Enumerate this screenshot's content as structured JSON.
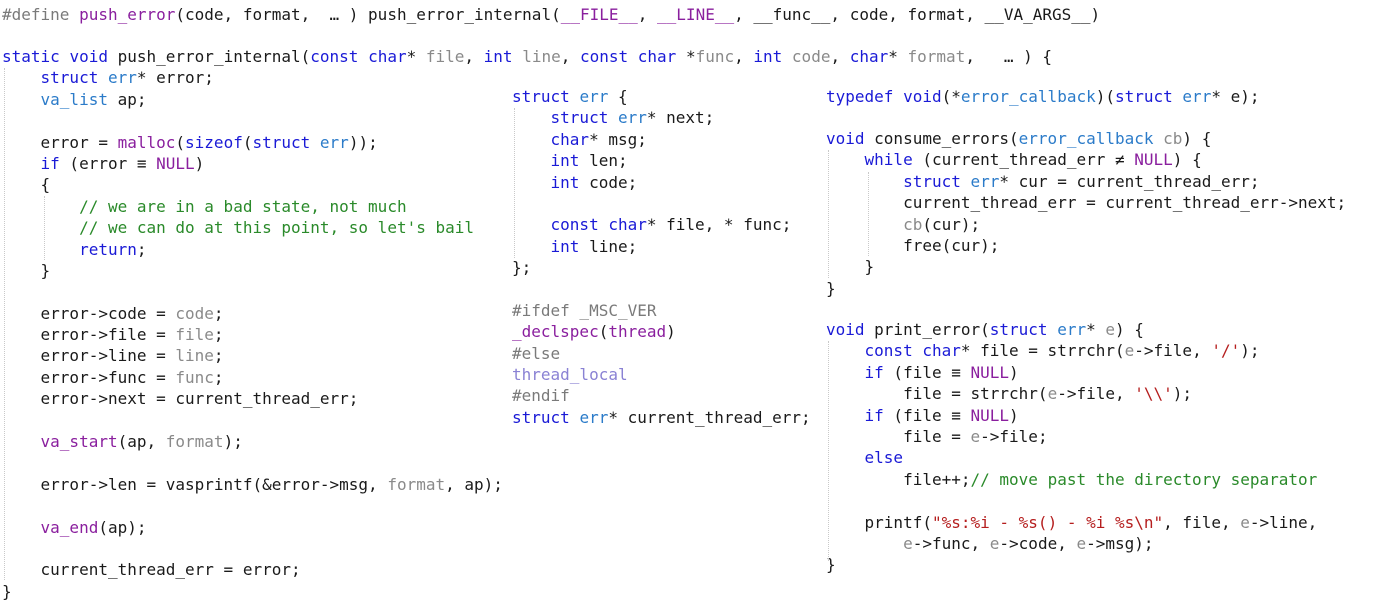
{
  "editor": {
    "colors": {
      "keyword": "#1a1ad6",
      "type": "#2b7bc9",
      "function": "#8a1f9e",
      "string": "#b51e1e",
      "comment": "#2a8a2a",
      "param": "#8a8a8a",
      "preprocessor": "#7a7a7a",
      "thread_local": "#8a82d4",
      "text": "#1a1a1a"
    },
    "blocks": [
      {
        "id": "define-block",
        "lines": [
          [
            [
              "pp",
              "#define "
            ],
            [
              "fn",
              "push_error"
            ],
            [
              "txt",
              "(code, format,  … ) push_error_internal("
            ],
            [
              "mac",
              "__FILE__"
            ],
            [
              "txt",
              ", "
            ],
            [
              "mac",
              "__LINE__"
            ],
            [
              "txt",
              ", __func__, code, format, __VA_ARGS__)"
            ]
          ]
        ]
      },
      {
        "id": "push-error-internal-block",
        "lines": [
          [
            [
              "kw",
              "static "
            ],
            [
              "kw",
              "void "
            ],
            [
              "txt",
              "push_error_internal("
            ],
            [
              "kw",
              "const "
            ],
            [
              "kw",
              "char"
            ],
            [
              "txt",
              "* "
            ],
            [
              "par",
              "file"
            ],
            [
              "txt",
              ", "
            ],
            [
              "kw",
              "int "
            ],
            [
              "par",
              "line"
            ],
            [
              "txt",
              ", "
            ],
            [
              "kw",
              "const "
            ],
            [
              "kw",
              "char "
            ],
            [
              "txt",
              "*"
            ],
            [
              "par",
              "func"
            ],
            [
              "txt",
              ", "
            ],
            [
              "kw",
              "int "
            ],
            [
              "par",
              "code"
            ],
            [
              "txt",
              ", "
            ],
            [
              "kw",
              "char"
            ],
            [
              "txt",
              "* "
            ],
            [
              "par",
              "format"
            ],
            [
              "txt",
              ",   … ) {"
            ]
          ],
          [
            [
              "txt",
              "    "
            ],
            [
              "kw",
              "struct "
            ],
            [
              "type",
              "err"
            ],
            [
              "txt",
              "* error;"
            ]
          ],
          [
            [
              "txt",
              "    "
            ],
            [
              "type",
              "va_list"
            ],
            [
              "txt",
              " ap;"
            ]
          ],
          [
            [
              "txt",
              ""
            ]
          ],
          [
            [
              "txt",
              "    error = "
            ],
            [
              "fn",
              "malloc"
            ],
            [
              "txt",
              "("
            ],
            [
              "kw",
              "sizeof"
            ],
            [
              "txt",
              "("
            ],
            [
              "kw",
              "struct "
            ],
            [
              "type",
              "err"
            ],
            [
              "txt",
              "));"
            ]
          ],
          [
            [
              "txt",
              "    "
            ],
            [
              "kw",
              "if"
            ],
            [
              "txt",
              " (error ≡ "
            ],
            [
              "mac",
              "NULL"
            ],
            [
              "txt",
              ")"
            ]
          ],
          [
            [
              "txt",
              "    {"
            ]
          ],
          [
            [
              "txt",
              "        "
            ],
            [
              "com",
              "// we are in a bad state, not much"
            ]
          ],
          [
            [
              "txt",
              "        "
            ],
            [
              "com",
              "// we can do at this point, so let's bail"
            ]
          ],
          [
            [
              "txt",
              "        "
            ],
            [
              "kw",
              "return"
            ],
            [
              "txt",
              ";"
            ]
          ],
          [
            [
              "txt",
              "    }"
            ]
          ],
          [
            [
              "txt",
              ""
            ]
          ],
          [
            [
              "txt",
              "    error->code = "
            ],
            [
              "par",
              "code"
            ],
            [
              "txt",
              ";"
            ]
          ],
          [
            [
              "txt",
              "    error->file = "
            ],
            [
              "par",
              "file"
            ],
            [
              "txt",
              ";"
            ]
          ],
          [
            [
              "txt",
              "    error->line = "
            ],
            [
              "par",
              "line"
            ],
            [
              "txt",
              ";"
            ]
          ],
          [
            [
              "txt",
              "    error->func = "
            ],
            [
              "par",
              "func"
            ],
            [
              "txt",
              ";"
            ]
          ],
          [
            [
              "txt",
              "    error->next = current_thread_err;"
            ]
          ],
          [
            [
              "txt",
              ""
            ]
          ],
          [
            [
              "txt",
              "    "
            ],
            [
              "fn",
              "va_start"
            ],
            [
              "txt",
              "(ap, "
            ],
            [
              "par",
              "format"
            ],
            [
              "txt",
              ");"
            ]
          ],
          [
            [
              "txt",
              ""
            ]
          ],
          [
            [
              "txt",
              "    error->len = vasprintf(&error->msg, "
            ],
            [
              "par",
              "format"
            ],
            [
              "txt",
              ", ap);"
            ]
          ],
          [
            [
              "txt",
              ""
            ]
          ],
          [
            [
              "txt",
              "    "
            ],
            [
              "fn",
              "va_end"
            ],
            [
              "txt",
              "(ap);"
            ]
          ],
          [
            [
              "txt",
              ""
            ]
          ],
          [
            [
              "txt",
              "    current_thread_err = error;"
            ]
          ],
          [
            [
              "txt",
              "}"
            ]
          ]
        ]
      },
      {
        "id": "struct-err-block",
        "lines": [
          [
            [
              "kw",
              "struct "
            ],
            [
              "type",
              "err"
            ],
            [
              "txt",
              " {"
            ]
          ],
          [
            [
              "txt",
              "    "
            ],
            [
              "kw",
              "struct "
            ],
            [
              "type",
              "err"
            ],
            [
              "txt",
              "* next;"
            ]
          ],
          [
            [
              "txt",
              "    "
            ],
            [
              "kw",
              "char"
            ],
            [
              "txt",
              "* msg;"
            ]
          ],
          [
            [
              "txt",
              "    "
            ],
            [
              "kw",
              "int"
            ],
            [
              "txt",
              " len;"
            ]
          ],
          [
            [
              "txt",
              "    "
            ],
            [
              "kw",
              "int"
            ],
            [
              "txt",
              " code;"
            ]
          ],
          [
            [
              "txt",
              ""
            ]
          ],
          [
            [
              "txt",
              "    "
            ],
            [
              "kw",
              "const "
            ],
            [
              "kw",
              "char"
            ],
            [
              "txt",
              "* file, * func;"
            ]
          ],
          [
            [
              "txt",
              "    "
            ],
            [
              "kw",
              "int"
            ],
            [
              "txt",
              " line;"
            ]
          ],
          [
            [
              "txt",
              "};"
            ]
          ],
          [
            [
              "txt",
              ""
            ]
          ],
          [
            [
              "pp",
              "#ifdef _MSC_VER"
            ]
          ],
          [
            [
              "fn",
              "_declspec"
            ],
            [
              "txt",
              "("
            ],
            [
              "fn",
              "thread"
            ],
            [
              "txt",
              ")"
            ]
          ],
          [
            [
              "pp",
              "#else"
            ]
          ],
          [
            [
              "tl",
              "thread_local"
            ]
          ],
          [
            [
              "pp",
              "#endif"
            ]
          ],
          [
            [
              "kw",
              "struct "
            ],
            [
              "type",
              "err"
            ],
            [
              "txt",
              "* current_thread_err;"
            ]
          ]
        ]
      },
      {
        "id": "typedef-block",
        "lines": [
          [
            [
              "kw",
              "typedef "
            ],
            [
              "kw",
              "void"
            ],
            [
              "txt",
              "(*"
            ],
            [
              "type",
              "error_callback"
            ],
            [
              "txt",
              ")("
            ],
            [
              "kw",
              "struct "
            ],
            [
              "type",
              "err"
            ],
            [
              "txt",
              "* e);"
            ]
          ]
        ]
      },
      {
        "id": "consume-errors-block",
        "lines": [
          [
            [
              "kw",
              "void"
            ],
            [
              "txt",
              " consume_errors("
            ],
            [
              "type",
              "error_callback"
            ],
            [
              "txt",
              " "
            ],
            [
              "par",
              "cb"
            ],
            [
              "txt",
              ") {"
            ]
          ],
          [
            [
              "txt",
              "    "
            ],
            [
              "kw",
              "while"
            ],
            [
              "txt",
              " (current_thread_err ≠ "
            ],
            [
              "mac",
              "NULL"
            ],
            [
              "txt",
              ") {"
            ]
          ],
          [
            [
              "txt",
              "        "
            ],
            [
              "kw",
              "struct "
            ],
            [
              "type",
              "err"
            ],
            [
              "txt",
              "* cur = current_thread_err;"
            ]
          ],
          [
            [
              "txt",
              "        current_thread_err = current_thread_err->next;"
            ]
          ],
          [
            [
              "txt",
              "        "
            ],
            [
              "par",
              "cb"
            ],
            [
              "txt",
              "(cur);"
            ]
          ],
          [
            [
              "txt",
              "        free(cur);"
            ]
          ],
          [
            [
              "txt",
              "    }"
            ]
          ],
          [
            [
              "txt",
              "}"
            ]
          ]
        ]
      },
      {
        "id": "print-error-block",
        "lines": [
          [
            [
              "kw",
              "void"
            ],
            [
              "txt",
              " print_error("
            ],
            [
              "kw",
              "struct "
            ],
            [
              "type",
              "err"
            ],
            [
              "txt",
              "* "
            ],
            [
              "par",
              "e"
            ],
            [
              "txt",
              ") {"
            ]
          ],
          [
            [
              "txt",
              "    "
            ],
            [
              "kw",
              "const "
            ],
            [
              "kw",
              "char"
            ],
            [
              "txt",
              "* file = strrchr("
            ],
            [
              "par",
              "e"
            ],
            [
              "txt",
              "->file, "
            ],
            [
              "str",
              "'/'"
            ],
            [
              "txt",
              ");"
            ]
          ],
          [
            [
              "txt",
              "    "
            ],
            [
              "kw",
              "if"
            ],
            [
              "txt",
              " (file ≡ "
            ],
            [
              "mac",
              "NULL"
            ],
            [
              "txt",
              ")"
            ]
          ],
          [
            [
              "txt",
              "        file = strrchr("
            ],
            [
              "par",
              "e"
            ],
            [
              "txt",
              "->file, "
            ],
            [
              "str",
              "'\\\\'"
            ],
            [
              "txt",
              ");"
            ]
          ],
          [
            [
              "txt",
              "    "
            ],
            [
              "kw",
              "if"
            ],
            [
              "txt",
              " (file ≡ "
            ],
            [
              "mac",
              "NULL"
            ],
            [
              "txt",
              ")"
            ]
          ],
          [
            [
              "txt",
              "        file = "
            ],
            [
              "par",
              "e"
            ],
            [
              "txt",
              "->file;"
            ]
          ],
          [
            [
              "txt",
              "    "
            ],
            [
              "kw",
              "else"
            ]
          ],
          [
            [
              "txt",
              "        file++;"
            ],
            [
              "com",
              "// move past the directory separator"
            ]
          ],
          [
            [
              "txt",
              ""
            ]
          ],
          [
            [
              "txt",
              "    printf("
            ],
            [
              "str",
              "\"%s:%i - %s() - %i %s\\n\""
            ],
            [
              "txt",
              ", file, "
            ],
            [
              "par",
              "e"
            ],
            [
              "txt",
              "->line,"
            ]
          ],
          [
            [
              "txt",
              "        "
            ],
            [
              "par",
              "e"
            ],
            [
              "txt",
              "->func, "
            ],
            [
              "par",
              "e"
            ],
            [
              "txt",
              "->code, "
            ],
            [
              "par",
              "e"
            ],
            [
              "txt",
              "->msg);"
            ]
          ],
          [
            [
              "txt",
              "}"
            ]
          ]
        ]
      }
    ]
  }
}
